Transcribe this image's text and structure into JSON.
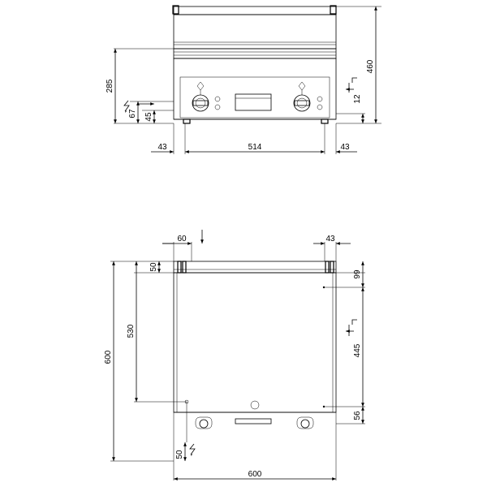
{
  "front_view": {
    "dim_height_total": "460",
    "dim_height_control": "285",
    "dim_supply_height": "67",
    "dim_supply_offset": "45",
    "dim_water_height": "12",
    "dim_left_offset": "43",
    "dim_center_width": "514",
    "dim_right_offset": "43"
  },
  "top_view": {
    "dim_inlet_offset": "60",
    "dim_right_offset": "43",
    "dim_top_band": "50",
    "dim_right_top": "99",
    "dim_depth_total": "600",
    "dim_depth_inner": "530",
    "dim_right_mid": "445",
    "dim_right_bottom": "56",
    "dim_power_offset": "50",
    "dim_width_total": "600"
  },
  "symbols": {
    "electric": "electric-supply-icon",
    "water_inlet": "water-inlet-icon",
    "water_outlet": "water-outlet-icon"
  }
}
